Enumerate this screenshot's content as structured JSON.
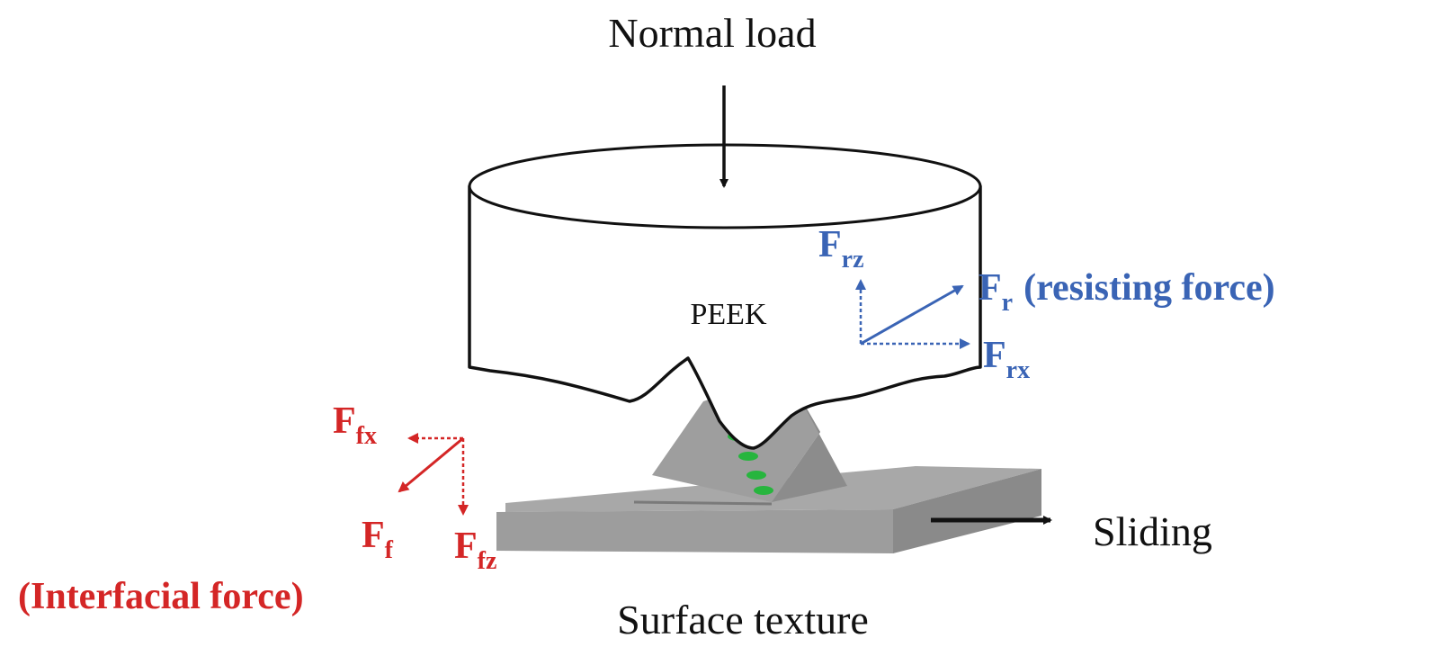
{
  "labels": {
    "normal_load": "Normal load",
    "material": "PEEK",
    "sliding": "Sliding",
    "surface_texture": "Surface texture"
  },
  "resisting": {
    "F_rz": {
      "main": "F",
      "sub": "rz"
    },
    "F_r": {
      "main": "F",
      "sub": "r",
      "note": "(resisting force)"
    },
    "F_rx": {
      "main": "F",
      "sub": "rx"
    }
  },
  "interfacial": {
    "F_fx": {
      "main": "F",
      "sub": "fx"
    },
    "F_f": {
      "main": "F",
      "sub": "f"
    },
    "F_fz": {
      "main": "F",
      "sub": "fz"
    },
    "caption": "(Interfacial force)"
  },
  "colors": {
    "resisting": "#3a64b5",
    "interfacial": "#d42626",
    "contact": "#27b53e",
    "outline": "#111111",
    "texture": "#a6a6a6"
  },
  "icons": [
    "arrow-down-icon",
    "arrow-right-icon"
  ]
}
